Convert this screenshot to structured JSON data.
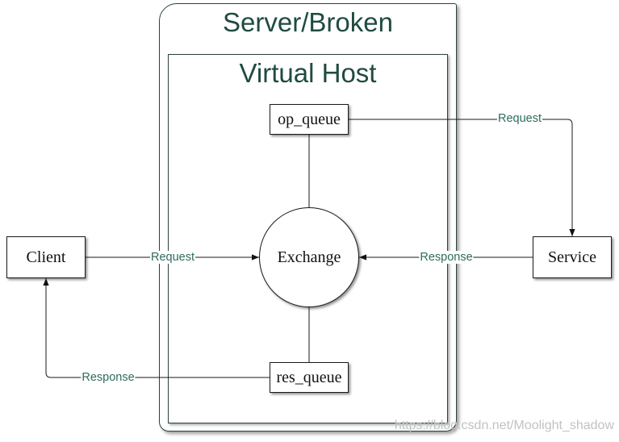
{
  "server": {
    "title": "Server/Broken"
  },
  "virtual_host": {
    "title": "Virtual Host"
  },
  "nodes": {
    "op_queue": {
      "label": "op_queue"
    },
    "exchange": {
      "label": "Exchange"
    },
    "res_queue": {
      "label": "res_queue"
    },
    "client": {
      "label": "Client"
    },
    "service": {
      "label": "Service"
    }
  },
  "edges": {
    "client_to_exchange": {
      "label": "Request"
    },
    "service_to_exchange": {
      "label": "Response"
    },
    "op_queue_to_service": {
      "label": "Request"
    },
    "res_queue_to_client": {
      "label": "Response"
    }
  },
  "watermark": "https://blog.csdn.net/Moolight_shadow",
  "colors": {
    "title_text": "#1f4b40",
    "edge_label_text": "#2f6b5d",
    "line": "#1a1a1a",
    "frame_border": "#2c433c"
  }
}
